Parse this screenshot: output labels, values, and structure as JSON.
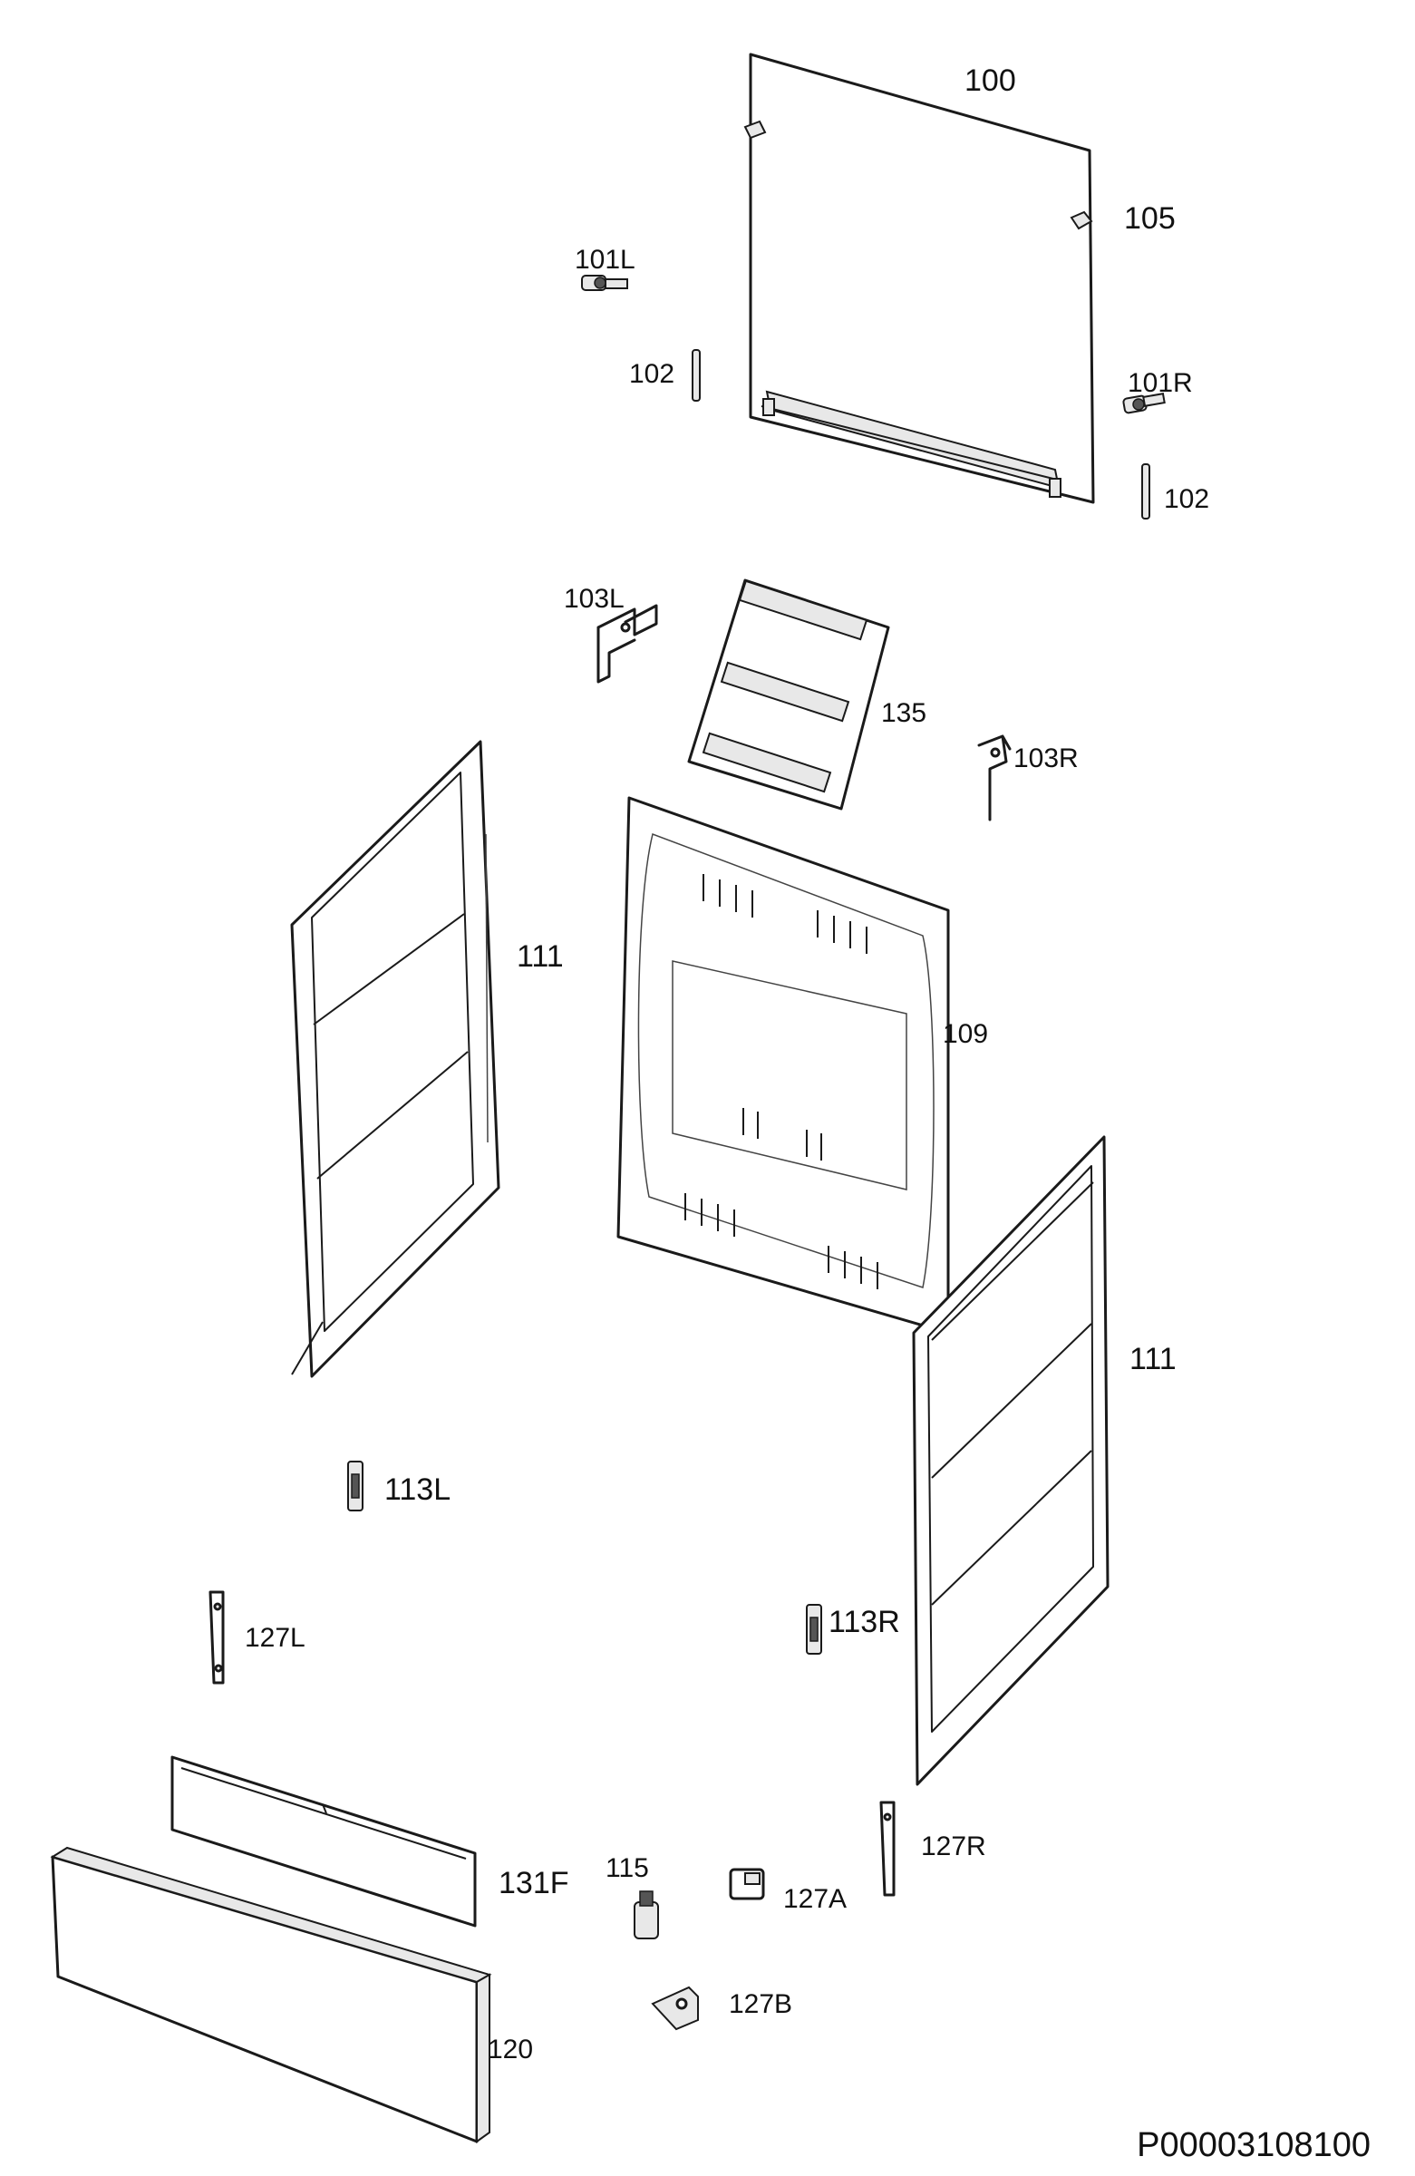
{
  "labels": {
    "p100": "100",
    "p105": "105",
    "p101L": "101L",
    "p101R": "101R",
    "p102a": "102",
    "p102b": "102",
    "p103L": "103L",
    "p103R": "103R",
    "p135": "135",
    "p111a": "111",
    "p111b": "111",
    "p109": "109",
    "p113L": "113L",
    "p113R": "113R",
    "p127L": "127L",
    "p127R": "127R",
    "p127A": "127A",
    "p127B": "127B",
    "p115": "115",
    "p131F": "131F",
    "p120": "120"
  },
  "diagram_code": "P00003108100",
  "colors": {
    "line": "#1a1a1a",
    "background": "#ffffff"
  }
}
